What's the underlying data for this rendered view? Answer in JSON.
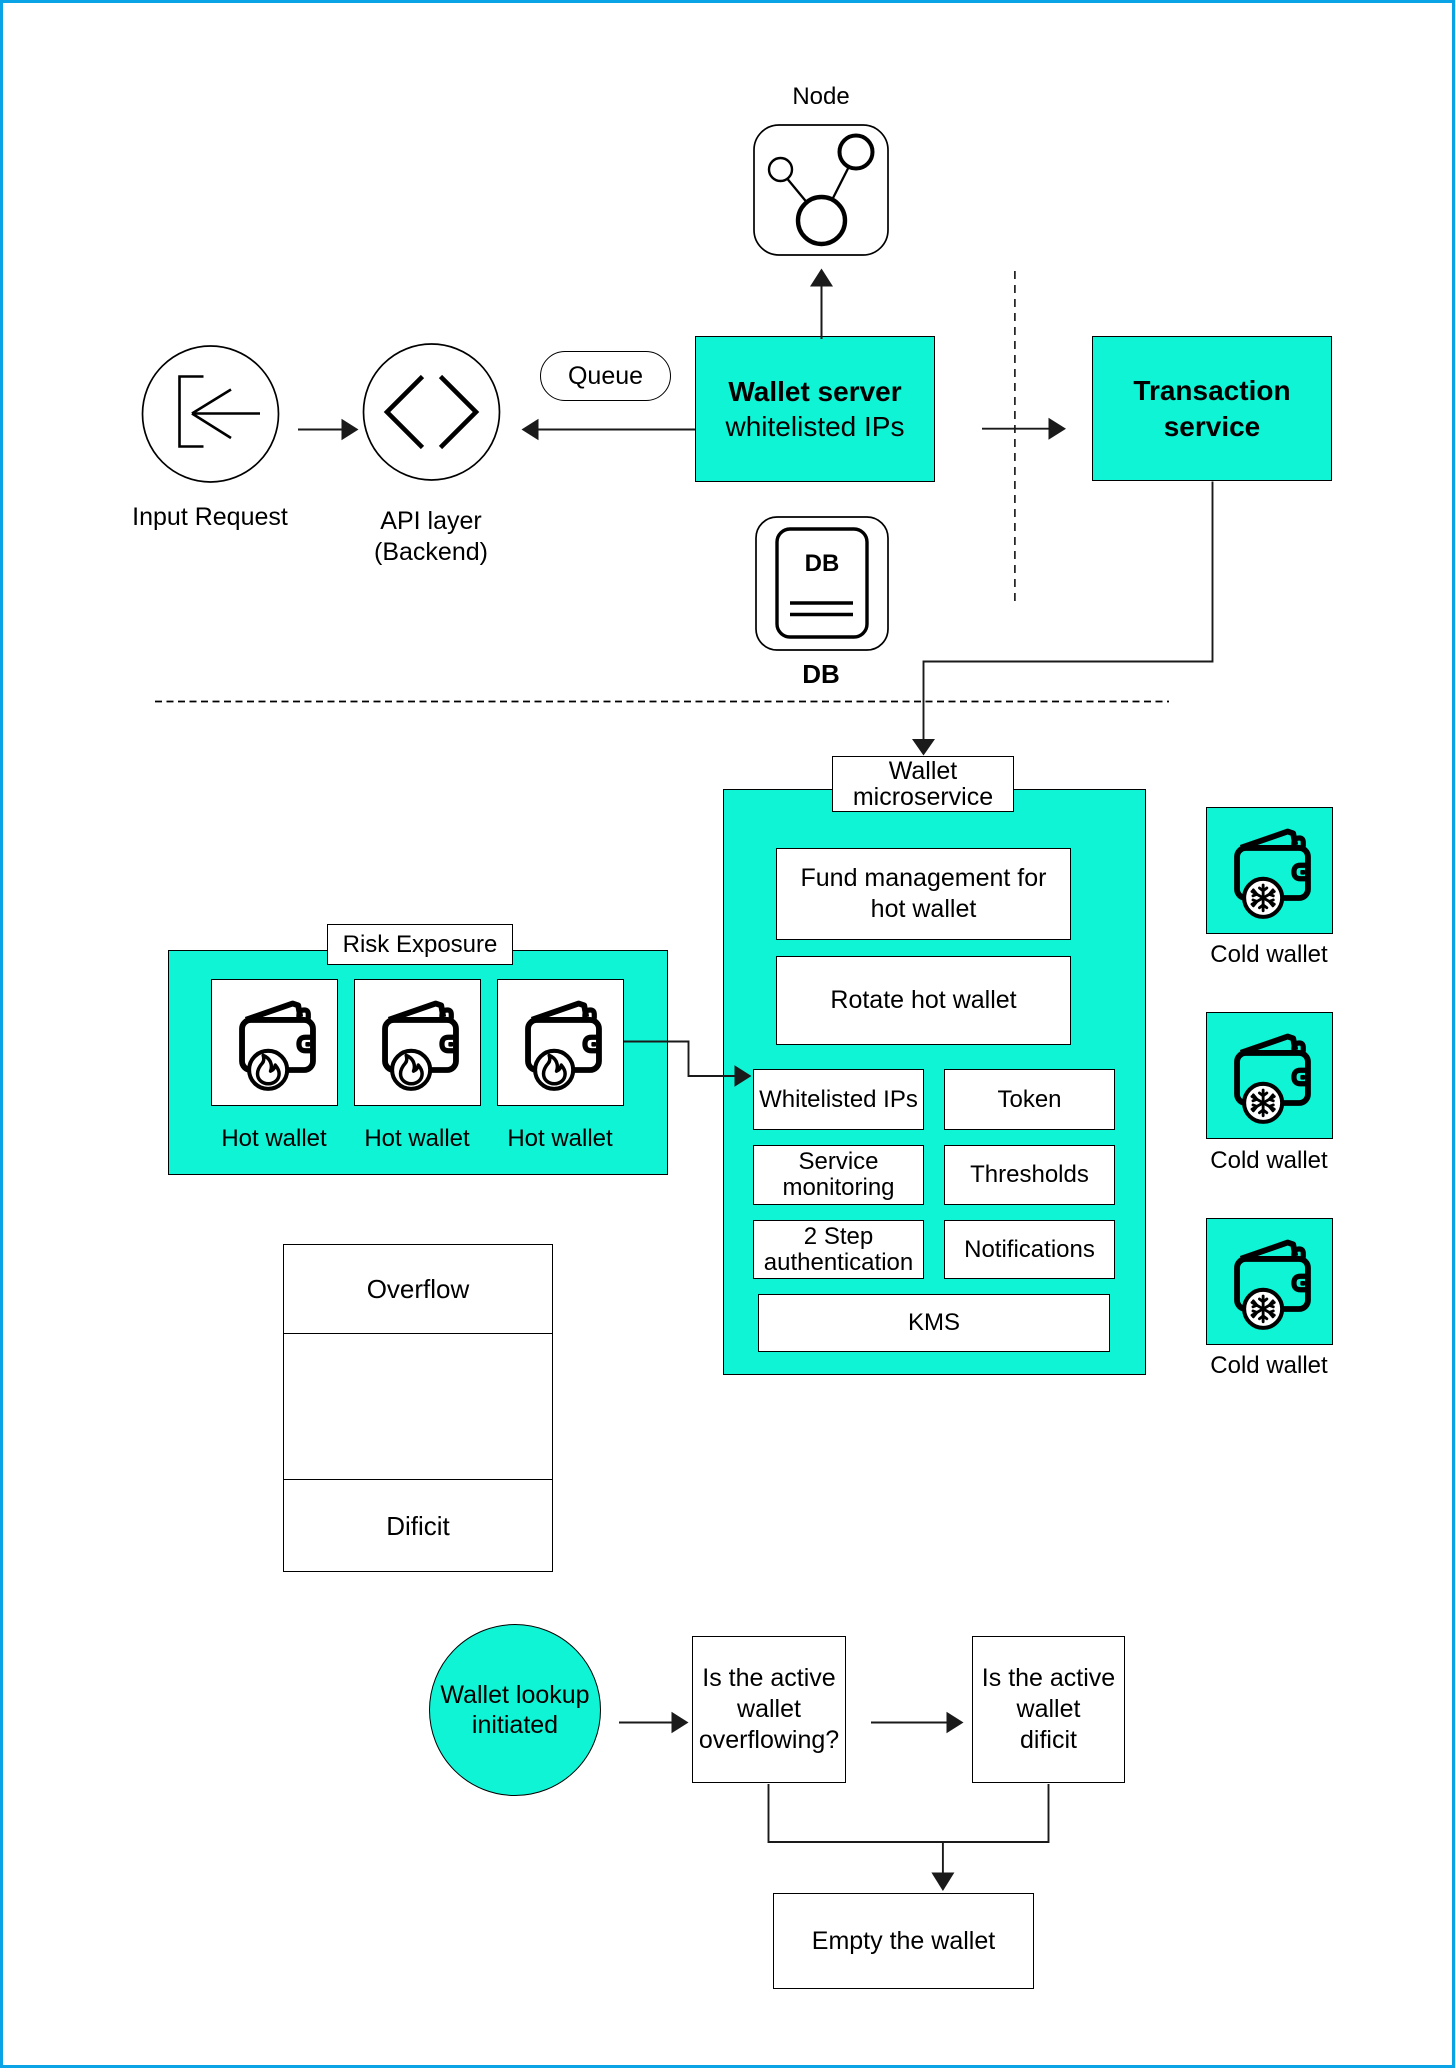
{
  "colors": {
    "teal": "#0ff4d5",
    "frame_blue": "#0aa3e6",
    "stroke_black": "#000000"
  },
  "top_flow": {
    "node_label": "Node",
    "input_request_label": "Input Request",
    "api_layer_label": "API layer\n(Backend)",
    "queue_label": "Queue",
    "wallet_server_title": "Wallet server",
    "wallet_server_subtitle": "whitelisted IPs",
    "transaction_service_label": "Transaction\nservice",
    "db_icon_text": "DB",
    "db_label": "DB"
  },
  "wallet_microservice": {
    "label": "Wallet\nmicroservice",
    "fund_management": "Fund management for\nhot wallet",
    "rotate_hot_wallet": "Rotate hot wallet",
    "whitelisted_ips": "Whitelisted IPs",
    "token": "Token",
    "service_monitoring": "Service\nmonitoring",
    "thresholds": "Thresholds",
    "two_step_auth": "2 Step\nauthentication",
    "notifications": "Notifications",
    "kms": "KMS"
  },
  "risk_exposure": {
    "label": "Risk Exposure",
    "hot_wallets": [
      "Hot wallet",
      "Hot wallet",
      "Hot wallet"
    ]
  },
  "cold_wallets": [
    "Cold wallet",
    "Cold wallet",
    "Cold wallet"
  ],
  "levels_table": {
    "top": "Overflow",
    "bottom": "Dificit"
  },
  "lookup_flow": {
    "start": "Wallet lookup\ninitiated",
    "overflow_question": "Is the active\nwallet\noverflowing?",
    "dificit_question": "Is the active\nwallet\ndificit",
    "empty": "Empty the wallet"
  }
}
